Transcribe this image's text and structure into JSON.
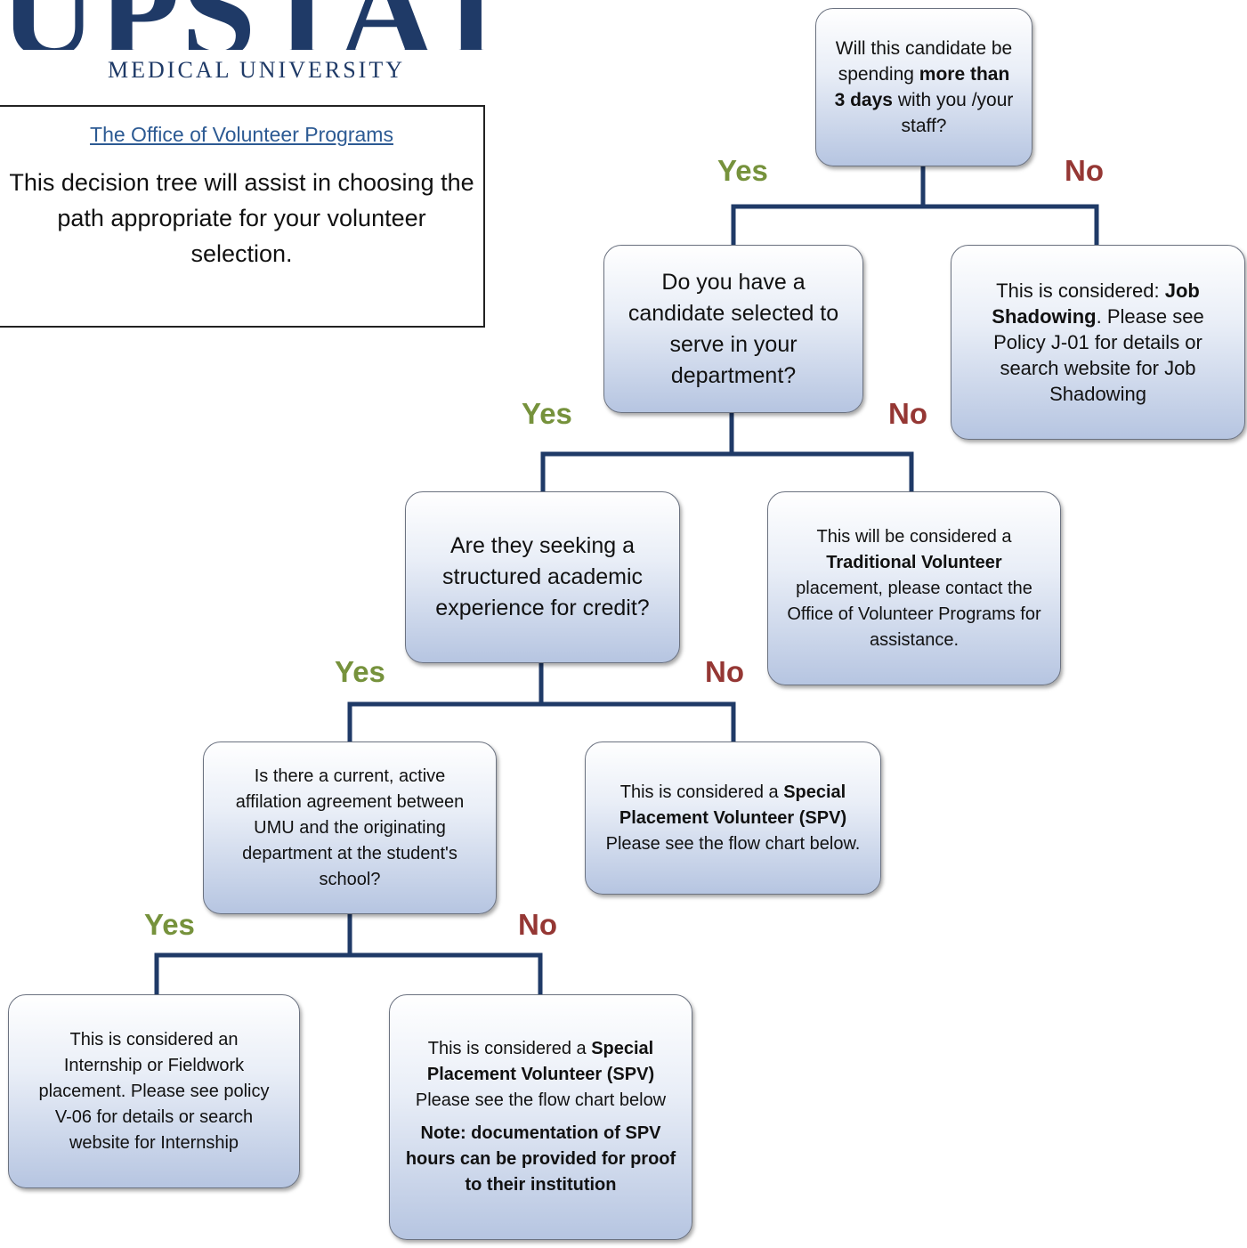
{
  "logo": {
    "name": "UPSTATE",
    "subtitle": "MEDICAL UNIVERSITY"
  },
  "intro": {
    "link_text": "The Office of Volunteer Programs",
    "text": "This decision tree will assist in choosing the path appropriate for your volunteer selection."
  },
  "colors": {
    "yes": "#76923c",
    "no": "#953734",
    "connector": "#1f3a67",
    "box_top": "#ffffff",
    "box_bottom": "#b6c5e1"
  },
  "labels": {
    "yes": "Yes",
    "no": "No"
  },
  "nodes": {
    "q1": {
      "pre": "Will this candidate be spending ",
      "bold": "more than 3 days",
      "post": " with you /your staff?"
    },
    "q2": {
      "text": "Do you have a candidate selected to serve in your department?"
    },
    "job": {
      "pre": "This is considered: ",
      "bold": "Job Shadowing",
      "post": ".  Please see Policy J-01 for details or search website for Job Shadowing"
    },
    "q3": {
      "text": "Are they seeking a structured academic experience for credit?"
    },
    "trad": {
      "pre": "This will be considered a ",
      "bold": "Traditional Volunteer",
      "post": " placement, please  contact the Office of Volunteer Programs for assistance."
    },
    "q4": {
      "text": "Is there a current, active affilation agreement between UMU and the originating department at the student's school?"
    },
    "spv1": {
      "pre": "This is considered a ",
      "bold": "Special Placement Volunteer (SPV)",
      "post": " Please see  the  flow chart below."
    },
    "intern": {
      "text": "This is considered an Internship or Fieldwork placement. Please see policy V-06 for details or search website for Internship"
    },
    "spv2": {
      "pre": "This is considered a ",
      "bold": "Special Placement Volunteer (SPV)",
      "post": " Please see  the  flow chart below",
      "note": "Note: documentation of SPV hours can be provided for proof to their institution"
    }
  }
}
